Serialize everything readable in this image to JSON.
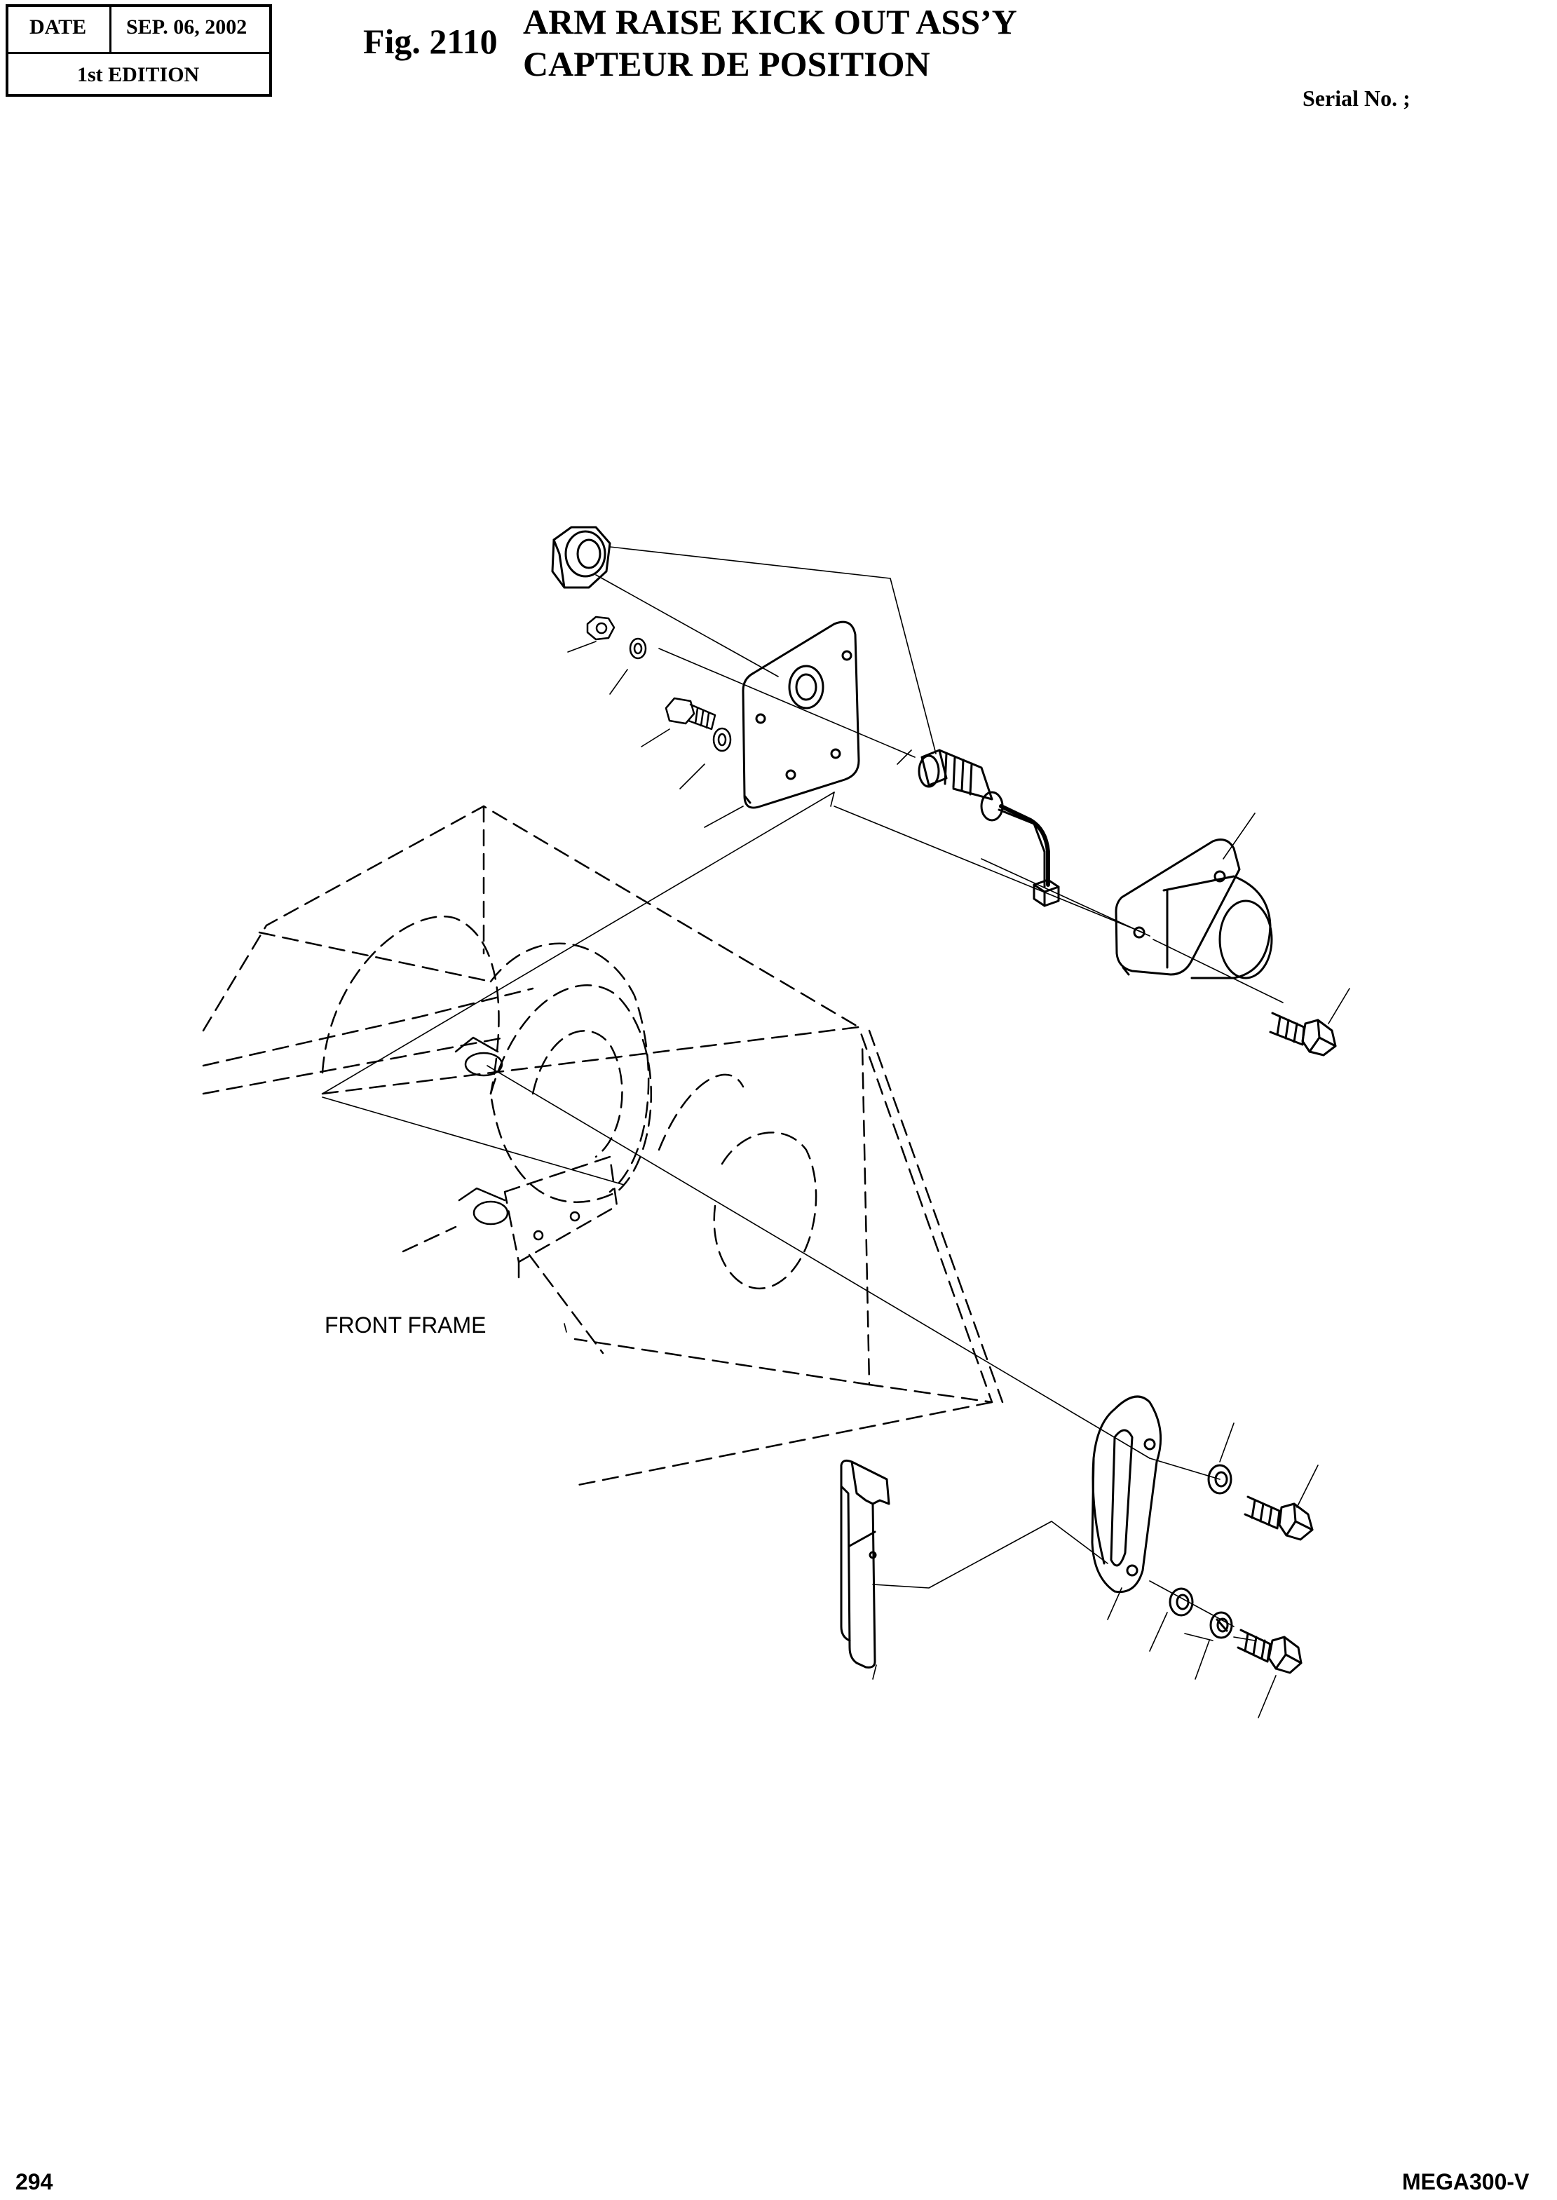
{
  "header": {
    "date_label": "DATE",
    "date_value": "SEP. 06, 2002",
    "edition": "1st EDITION",
    "fig_number": "Fig. 2110",
    "title_en": "ARM RAISE KICK OUT ASS’Y",
    "title_fr": "CAPTEUR DE POSITION",
    "serial_label": "Serial No. ;"
  },
  "diagram": {
    "frame_label": "FRONT FRAME"
  },
  "footer": {
    "page_number": "294",
    "model_code": "MEGA300-V"
  }
}
